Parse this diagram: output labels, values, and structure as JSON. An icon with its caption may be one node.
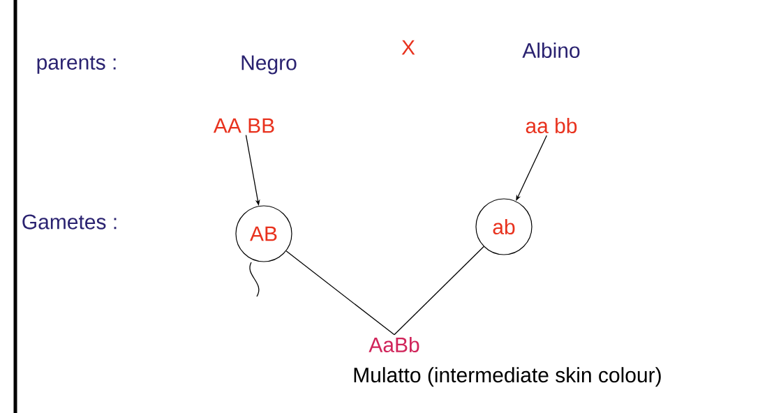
{
  "diagram": {
    "nodes": [
      {
        "text": [
          "Negro"
        ]
      },
      {
        "text": [
          "Albino"
        ]
      },
      {
        "text": [
          "AA BB"
        ]
      },
      {
        "text": [
          "aa bb"
        ]
      },
      {
        "text": [
          "AB"
        ]
      },
      {
        "text": [
          "ab"
        ]
      },
      {
        "text": [
          "AaBb"
        ],
        "beside": [
          "Mulatto (intermediate skin colour)"
        ]
      }
    ],
    "edges": [
      {
        "from": 2,
        "to": 4,
        "arrow": "to"
      },
      {
        "from": 3,
        "to": 5,
        "arrow": "to"
      },
      {
        "from": 4,
        "to": 6,
        "arrow": "none"
      },
      {
        "from": 5,
        "to": 6,
        "arrow": "none"
      }
    ],
    "labels": [
      "parents :",
      "X",
      "Gametes :"
    ]
  }
}
